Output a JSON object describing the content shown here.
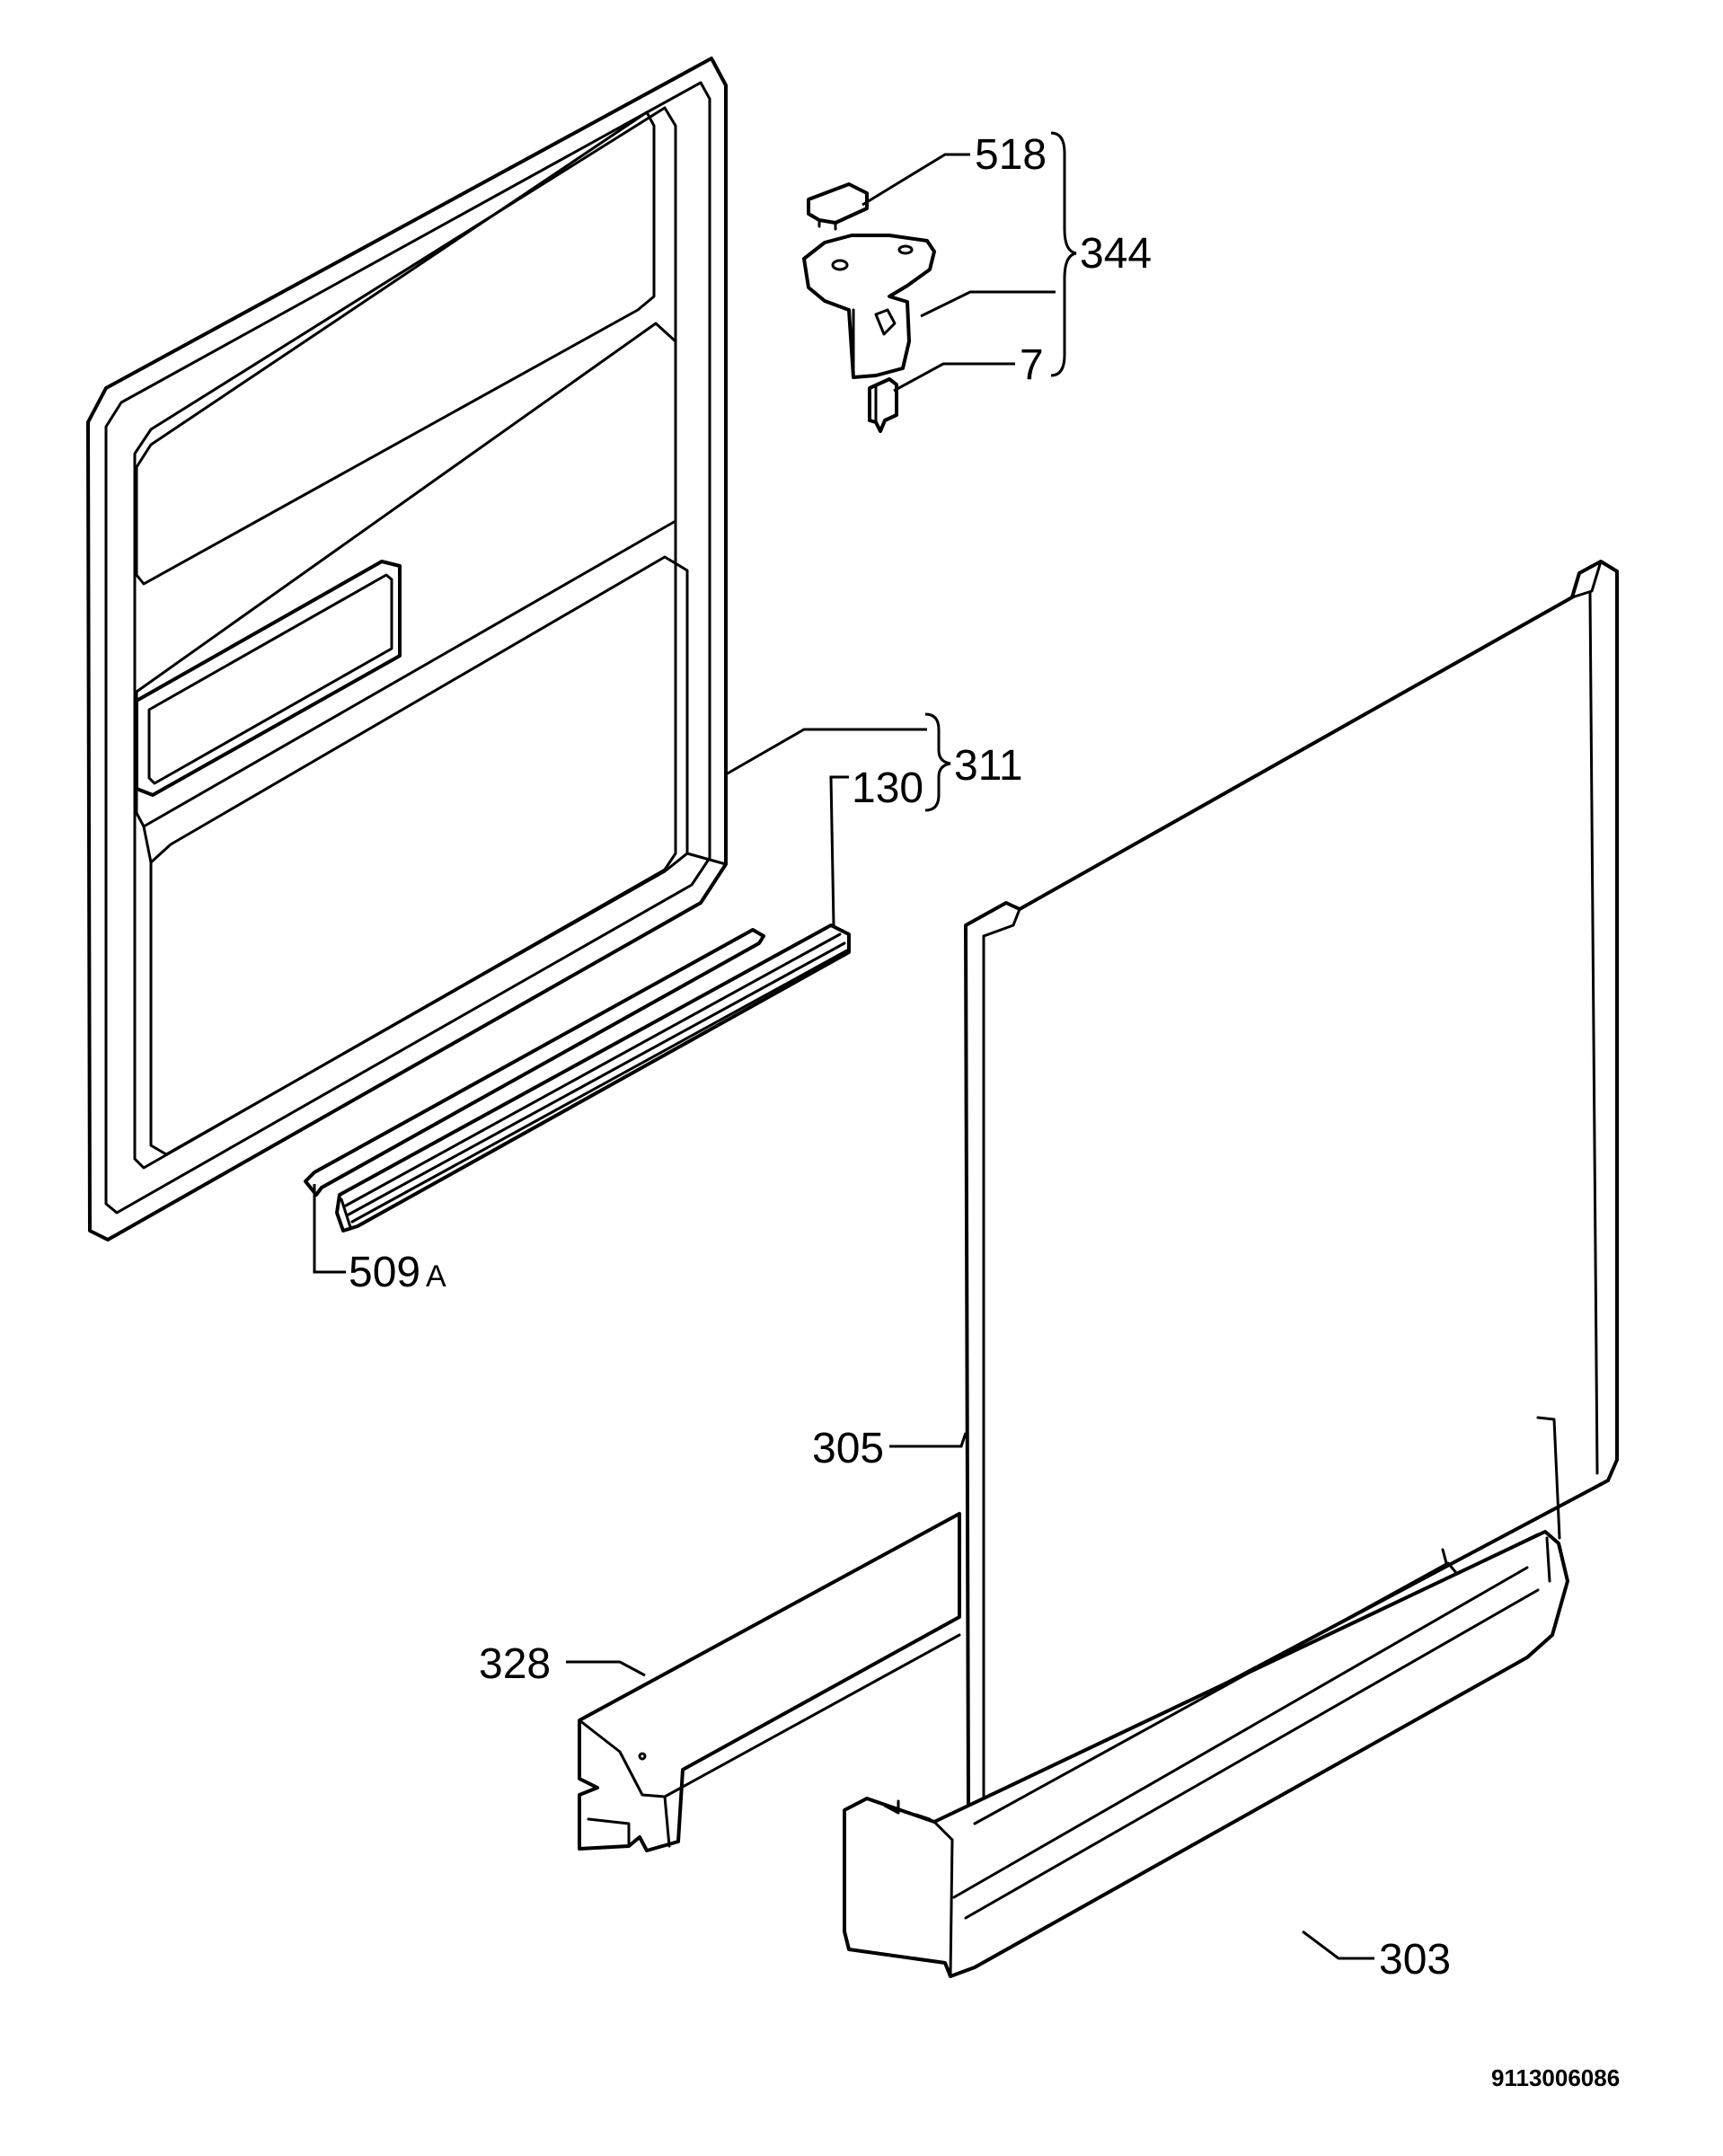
{
  "labels": {
    "p518": "518",
    "p344": "344",
    "p7": "7",
    "p311": "311",
    "p130": "130",
    "p509_num": "509",
    "p509_suffix": "A",
    "p305": "305",
    "p328": "328",
    "p303": "303"
  },
  "drawing_code": "9113006086"
}
